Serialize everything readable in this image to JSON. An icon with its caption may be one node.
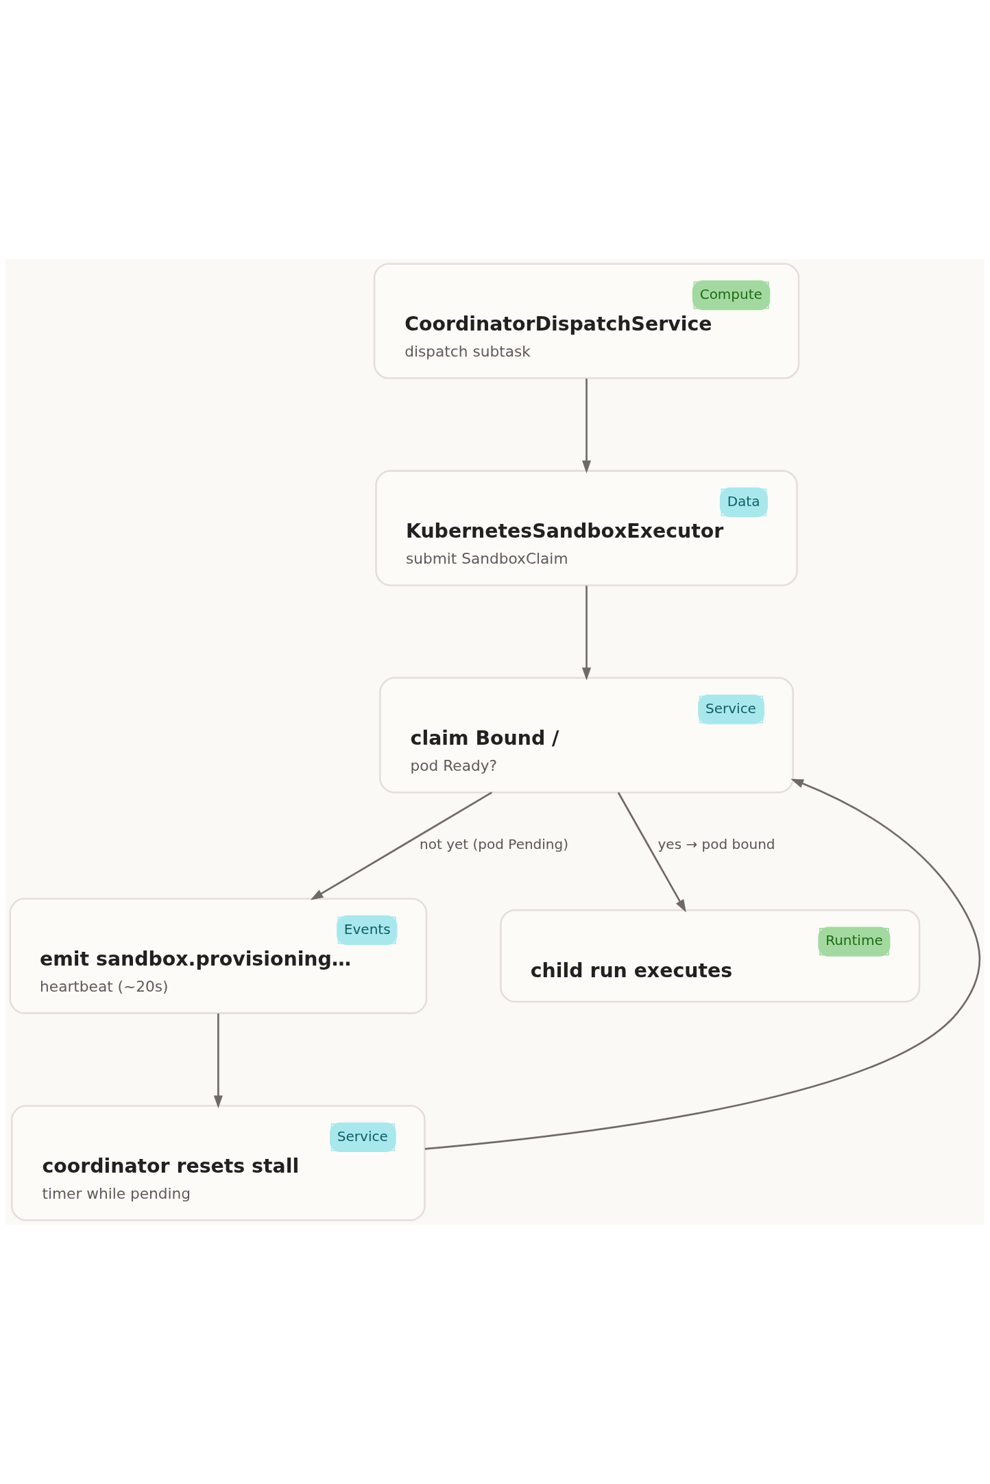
{
  "diagram": {
    "nodes": [
      {
        "text": [
          "Compute",
          "CoordinatorDispatchService",
          "dispatch subtask"
        ]
      },
      {
        "text": [
          "Data",
          "KubernetesSandboxExecutor",
          "submit SandboxClaim"
        ]
      },
      {
        "text": [
          "Service",
          "claim Bound /",
          "pod Ready?"
        ]
      },
      {
        "text": [
          "Events",
          "emit sandbox.provisioning…",
          "heartbeat (~20s)"
        ]
      },
      {
        "text": [
          "Runtime",
          "child run executes"
        ]
      },
      {
        "text": [
          "Service",
          "coordinator resets stall",
          "timer while pending"
        ]
      }
    ],
    "edges": [
      {
        "from": 0,
        "to": 1,
        "arrow": "to"
      },
      {
        "from": 1,
        "to": 2,
        "arrow": "to"
      },
      {
        "from": 2,
        "to": 3,
        "arrow": "to",
        "label": "not yet (pod Pending)"
      },
      {
        "from": 2,
        "to": 4,
        "arrow": "to",
        "label": "yes → pod bound"
      },
      {
        "from": 3,
        "to": 5,
        "arrow": "to"
      },
      {
        "from": 5,
        "to": 2,
        "arrow": "to"
      }
    ]
  }
}
